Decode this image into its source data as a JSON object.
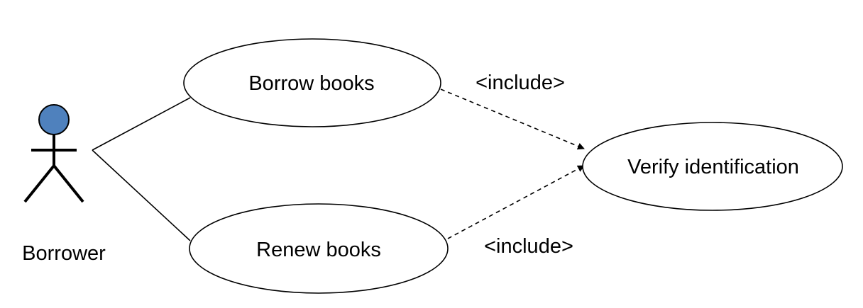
{
  "actor": {
    "name": "Borrower",
    "head_color": "#4f81bd"
  },
  "use_cases": {
    "borrow": "Borrow books",
    "renew": "Renew books",
    "verify": "Verify identification"
  },
  "relations": {
    "include_top": "<include>",
    "include_bottom": "<include>"
  }
}
